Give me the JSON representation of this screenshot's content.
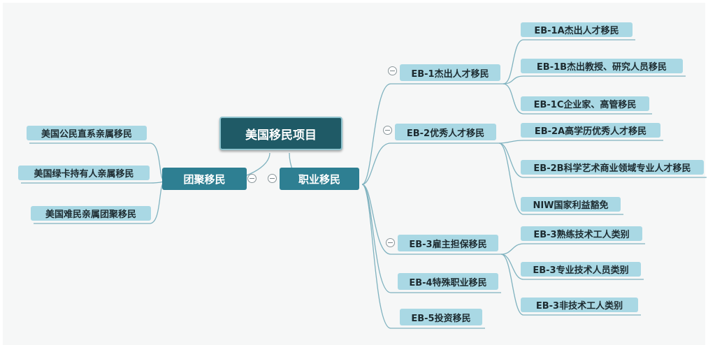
{
  "title": "美国移民项目",
  "family": {
    "label": "团聚移民",
    "items": [
      "美国公民直系亲属移民",
      "美国绿卡持有人亲属移民",
      "美国难民亲属团聚移民"
    ]
  },
  "employment": {
    "label": "职业移民",
    "eb1": {
      "label": "EB-1杰出人才移民",
      "items": [
        "EB-1A杰出人才移民",
        "EB-1B杰出教授、研究人员移民",
        "EB-1C企业家、高管移民"
      ]
    },
    "eb2": {
      "label": "EB-2优秀人才移民",
      "items": [
        "EB-2A高学历优秀人才移民",
        "EB-2B科学艺术商业领域专业人才移民",
        "NIW国家利益豁免"
      ]
    },
    "eb3": {
      "label": "EB-3雇主担保移民",
      "items": [
        "EB-3熟练技术工人类别",
        "EB-3专业技术人员类别",
        "EB-3非技术工人类别"
      ]
    },
    "eb4": {
      "label": "EB-4特殊职业移民"
    },
    "eb5": {
      "label": "EB-5投资移民"
    }
  },
  "colors": {
    "root": "#1f5a66",
    "main": "#2e7f92",
    "sub": "#a9d8e4",
    "line": "#7fb2bf",
    "background": "#f6f7f7"
  },
  "icons": {
    "collapse": "collapse-toggle-icon"
  }
}
